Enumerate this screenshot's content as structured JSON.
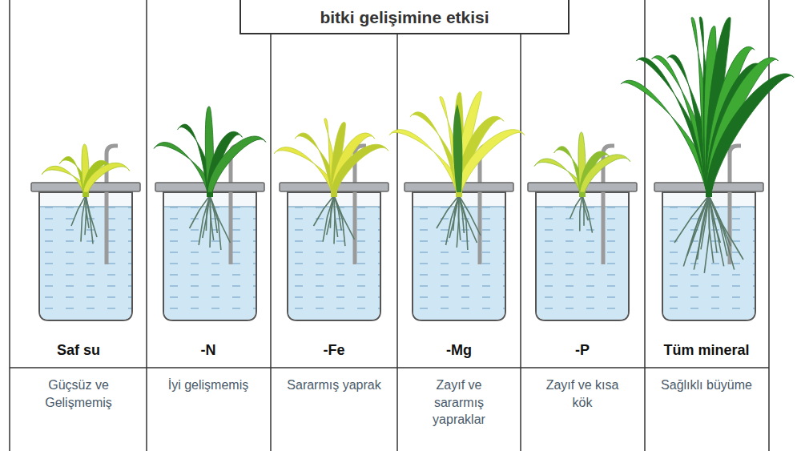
{
  "diagram": {
    "title": "bitki gelişimine etkisi",
    "labels": [
      "Saf su",
      "-N",
      "-Fe",
      "-Mg",
      "-P",
      "Tüm mineral",
      "Güçsüz ve Gelişmemiş",
      "İyi gelişmemiş",
      "Sararmış yaprak",
      "Zayıf ve sararmış yapraklar",
      "Zayıf ve kısa kök",
      "Sağlıklı büyüme"
    ]
  }
}
